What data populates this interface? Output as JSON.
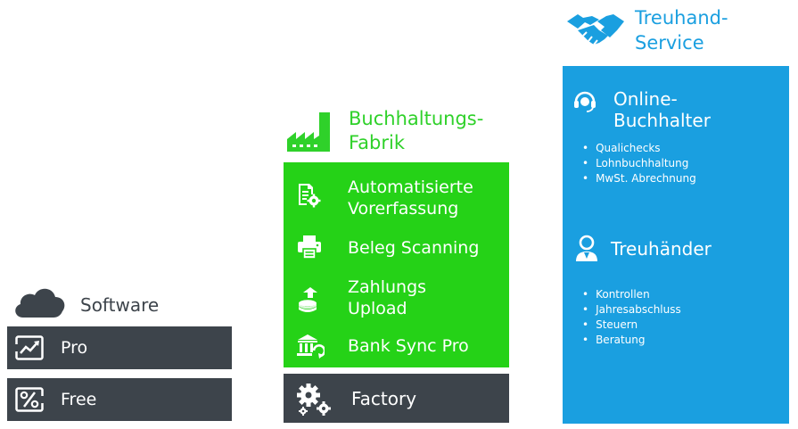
{
  "software": {
    "heading": "Software",
    "items": [
      {
        "label": "Pro",
        "icon": "chart-up-icon"
      },
      {
        "label": "Free",
        "icon": "percent-icon"
      }
    ]
  },
  "factory": {
    "heading_line1": "Buchhaltungs-",
    "heading_line2": "Fabrik",
    "items": [
      {
        "line1": "Automatisierte",
        "line2": "Vorerfassung",
        "icon": "document-gear-icon"
      },
      {
        "line1": "Beleg Scanning",
        "icon": "printer-icon"
      },
      {
        "line1": "Zahlungs",
        "line2": "Upload",
        "icon": "coin-stack-icon"
      },
      {
        "line1": "Bank Sync Pro",
        "icon": "bank-sync-icon"
      }
    ],
    "bar_label": "Factory"
  },
  "treuhand": {
    "heading_line1": "Treuhand-",
    "heading_line2": "Service",
    "online": {
      "title_line1": "Online-",
      "title_line2": "Buchhalter",
      "bullets": [
        "Qualichecks",
        "Lohnbuchhaltung",
        "MwSt. Abrechnung"
      ]
    },
    "treuhaender": {
      "title": "Treuhänder",
      "bullets": [
        "Kontrollen",
        "Jahresabschluss",
        "Steuern",
        "Beratung"
      ]
    }
  },
  "colors": {
    "dark": "#3d444b",
    "green": "#25d217",
    "green_text": "#2fd12a",
    "blue": "#1a9fe0"
  }
}
